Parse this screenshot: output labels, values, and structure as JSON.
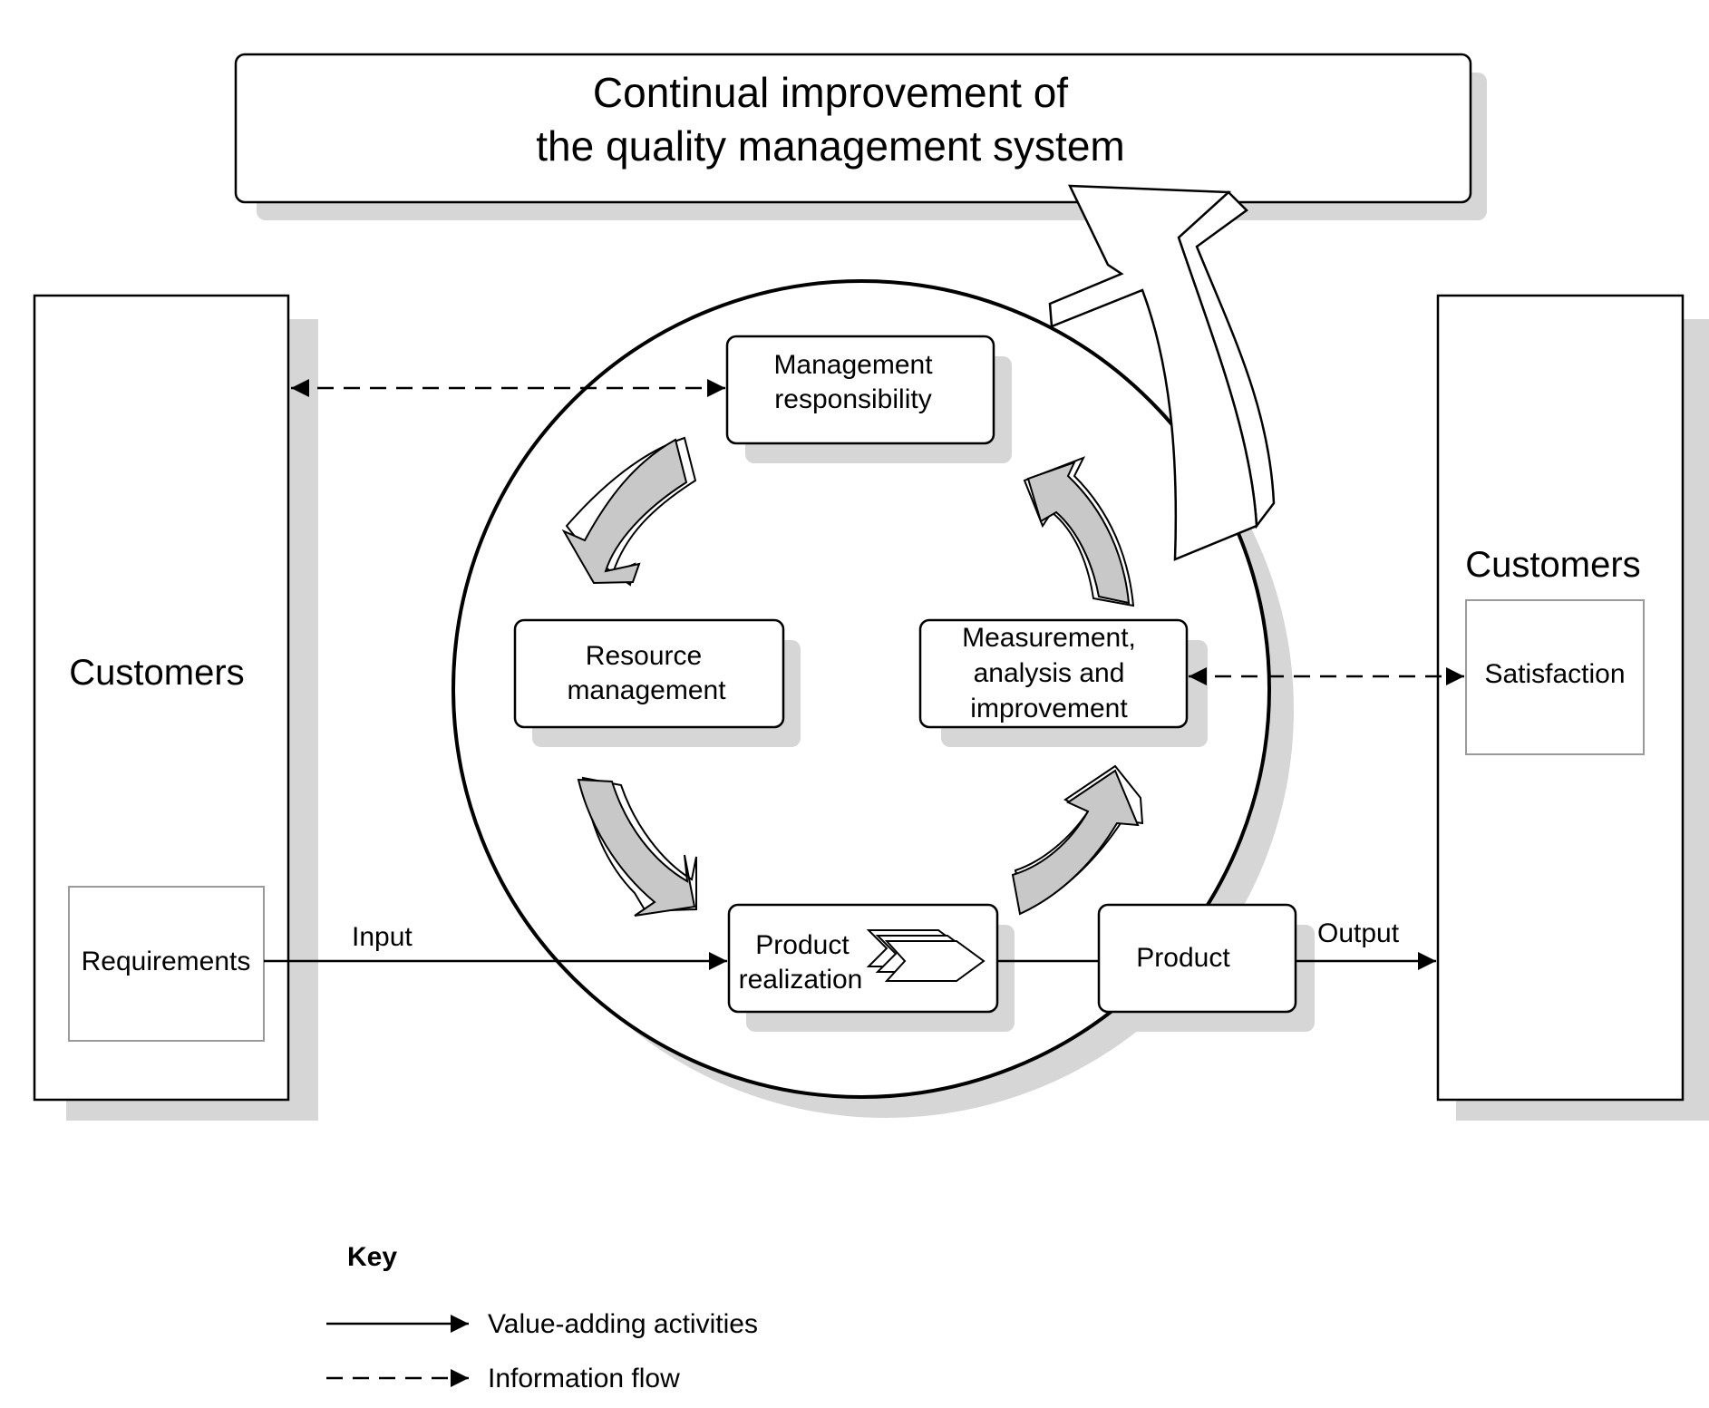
{
  "title": {
    "line1": "Continual improvement of",
    "line2": "the quality management system"
  },
  "left_customers": {
    "label": "Customers",
    "requirements": "Requirements"
  },
  "right_customers": {
    "label": "Customers",
    "satisfaction": "Satisfaction"
  },
  "processes": {
    "management": [
      "Management",
      "responsibility"
    ],
    "resource": [
      "Resource",
      "management"
    ],
    "measurement": [
      "Measurement,",
      "analysis and",
      "improvement"
    ],
    "realization": [
      "Product",
      "realization"
    ]
  },
  "product": "Product",
  "flow_labels": {
    "input": "Input",
    "output": "Output"
  },
  "key": {
    "heading": "Key",
    "value_adding": "Value-adding activities",
    "information_flow": "Information flow"
  },
  "colors": {
    "arrow_fill": "#c8c8c8",
    "shadow": "#d6d6d6",
    "stroke": "#000000",
    "inner_box_stroke": "#9a9a9a"
  }
}
